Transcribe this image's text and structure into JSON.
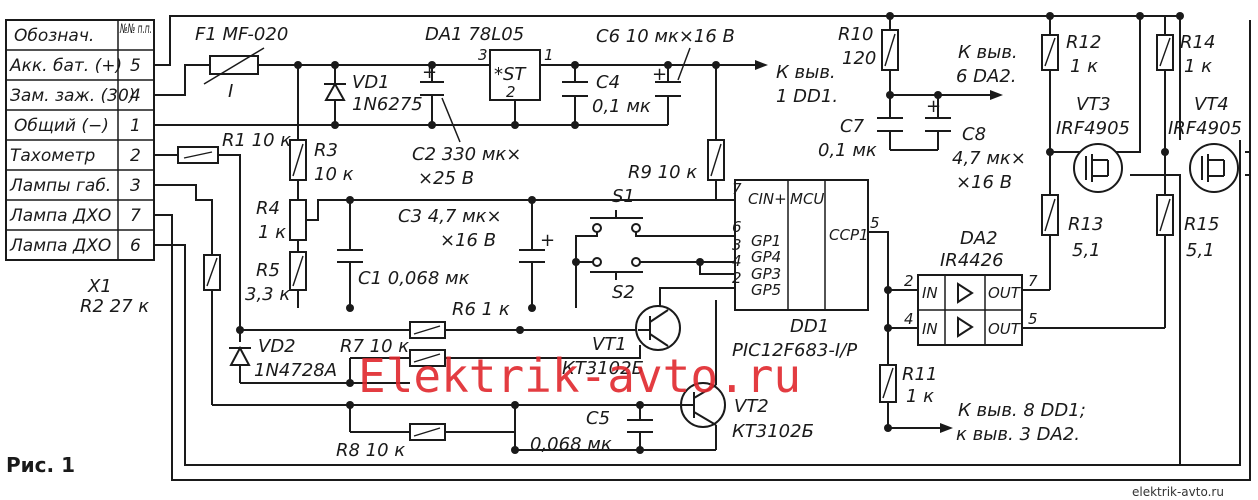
{
  "table": {
    "header_name": "Обознач.",
    "header_num": "№№ п.п.",
    "rows": [
      {
        "name": "Акк. бат. (+)",
        "num": "5"
      },
      {
        "name": "Зам. заж. (30)",
        "num": "4"
      },
      {
        "name": "Общий (−)",
        "num": "1"
      },
      {
        "name": "Тахометр",
        "num": "2"
      },
      {
        "name": "Лампы габ.",
        "num": "3"
      },
      {
        "name": "Лампа ДХО",
        "num": "7"
      },
      {
        "name": "Лампа ДХО",
        "num": "6"
      }
    ],
    "connector": "X1"
  },
  "components": {
    "F1": "F1 MF-020",
    "F1_mark": "I",
    "VD1": "VD1",
    "VD1_type": "1N6275",
    "DA1": "DA1 78L05",
    "DA1_pin_in": "3",
    "DA1_pin_out": "1",
    "DA1_pin_gnd": "2",
    "DA1_body": "*ST",
    "C2": "C2 330 мк×",
    "C2_v": "×25 В",
    "C4": "C4",
    "C4_v": "0,1 мк",
    "C6": "C6 10 мк×16 В",
    "out_dd1_1": "К выв.",
    "out_dd1_2": "1 DD1.",
    "R1": "R1 10 к",
    "R3": "R3",
    "R3_v": "10 к",
    "R4": "R4",
    "R4_v": "1 к",
    "R5": "R5",
    "R5_v": "3,3 к",
    "C1": "C1 0,068 мк",
    "C3": "C3 4,7 мк×",
    "C3_v": "×16 В",
    "R9": "R9 10 к",
    "S1": "S1",
    "S2": "S2",
    "R2": "R2 27 к",
    "R6": "R6 1 к",
    "VT1": "VT1",
    "VT1_type": "КТ3102Б",
    "VD2": "VD2",
    "VD2_type": "1N4728A",
    "R7": "R7 10 к",
    "R8": "R8 10 к",
    "C5": "C5",
    "C5_v": "0,068 мк",
    "VT2": "VT2",
    "VT2_type": "КТ3102Б",
    "DD1": "DD1",
    "DD1_type": "PIC12F683-I/P",
    "DD1_mcu": "MCU",
    "DD1_cin": "CIN+",
    "DD1_gp1": "GP1",
    "DD1_gp4": "GP4",
    "DD1_gp3": "GP3",
    "DD1_gp5": "GP5",
    "DD1_ccp1": "CCP1",
    "DD1_p7": "7",
    "DD1_p6": "6",
    "DD1_p3": "3",
    "DD1_p4": "4",
    "DD1_p2": "2",
    "DD1_p5": "5",
    "R10": "R10",
    "R10_v": "120",
    "out_da2_1": "К выв.",
    "out_da2_2": "6 DA2.",
    "C7": "C7",
    "C7_v": "0,1 мк",
    "C8": "C8",
    "C8_v": "4,7 мк×",
    "C8_v2": "×16 В",
    "R12": "R12",
    "R12_v": "1 к",
    "R14": "R14",
    "R14_v": "1 к",
    "VT3": "VT3",
    "VT3_type": "IRF4905",
    "VT4": "VT4",
    "VT4_type": "IRF4905",
    "DA2": "DA2",
    "DA2_type": "IR4426",
    "DA2_in": "IN",
    "DA2_out": "OUT",
    "DA2_p2": "2",
    "DA2_p4": "4",
    "DA2_p7": "7",
    "DA2_p5": "5",
    "R13": "R13",
    "R13_v": "5,1",
    "R15": "R15",
    "R15_v": "5,1",
    "R11": "R11",
    "R11_v": "1 к",
    "note_1": "К выв. 8 DD1;",
    "note_2": "к выв. 3 DA2."
  },
  "figure_label": "Рис. 1",
  "watermark": "Elektrik-avto.ru",
  "site_url": "elektrik-avto.ru"
}
